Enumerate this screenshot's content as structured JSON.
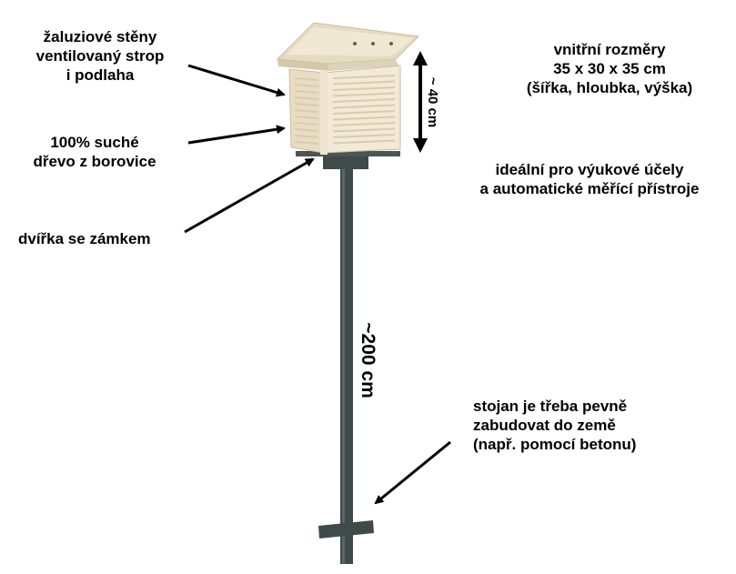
{
  "labels": {
    "walls": [
      "žaluziové stěny",
      "ventilovaný strop",
      "i podlaha"
    ],
    "wood": [
      "100% suché",
      "dřevo z borovice"
    ],
    "door": "dvířka se zámkem",
    "dimensions": [
      "vnitřní rozměry",
      "35 x 30 x 35 cm",
      "(šířka, hloubka, výška)"
    ],
    "usage": [
      "ideální pro výukové účely",
      "a automatické měřící přístroje"
    ],
    "stand": [
      "stojan je třeba pevně",
      "zabudovat do země",
      "(např. pomocí betonu)"
    ],
    "box_height": "~ 40 cm",
    "pole_height": "~200 cm"
  },
  "colors": {
    "wood": "#efe4cc",
    "wood_shadow": "#d9cbb0",
    "pole": "#3f4a4a",
    "arrow": "#000000"
  }
}
